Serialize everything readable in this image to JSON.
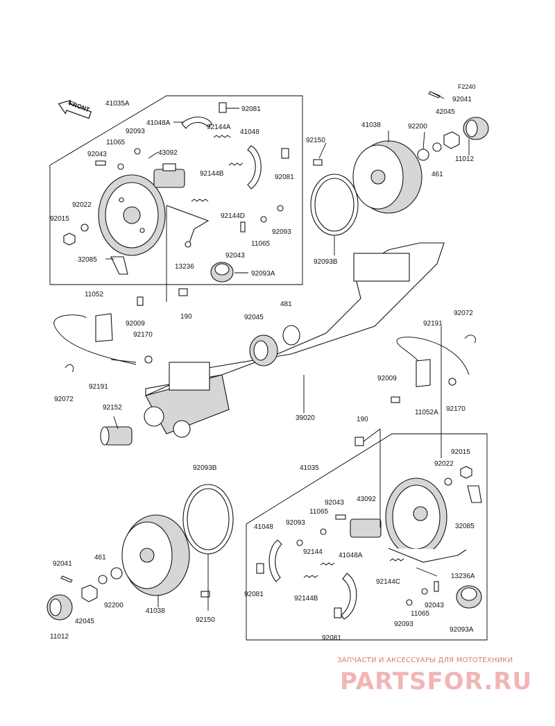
{
  "diagram": {
    "code": "F2240",
    "front_label": "FRONT",
    "labels": {
      "l_41035A": "41035A",
      "l_41048A_top": "41048A",
      "l_92081_top1": "92081",
      "l_92144A": "92144A",
      "l_41048_top": "41048",
      "l_92093_top1": "92093",
      "l_11065_top1": "11065",
      "l_43092_top": "43092",
      "l_92043_top1": "92043",
      "l_92144B_top": "92144B",
      "l_92081_top2": "92081",
      "l_92022_top": "92022",
      "l_92015_top": "92015",
      "l_92144D": "92144D",
      "l_92093_top2": "92093",
      "l_11065_top2": "11065",
      "l_92043_top2": "92043",
      "l_32085_top": "32085",
      "l_13236": "13236",
      "l_92093A_top": "92093A",
      "l_92150_top": "92150",
      "l_41038_top": "41038",
      "l_92200_top": "92200",
      "l_461_top": "461",
      "l_11012_top": "11012",
      "l_42045_top": "42045",
      "l_92041_top": "92041",
      "l_92093B_top": "92093B",
      "l_11052": "11052",
      "l_92009_left": "92009",
      "l_190_left": "190",
      "l_92170_left": "92170",
      "l_92072_left": "92072",
      "l_92191_left": "92191",
      "l_481": "481",
      "l_92045_mid": "92045",
      "l_92072_right": "92072",
      "l_92191_right": "92191",
      "l_92009_right": "92009",
      "l_11052A": "11052A",
      "l_92170_right": "92170",
      "l_92152": "92152",
      "l_39020": "39020",
      "l_190_mid": "190",
      "l_92093B_bot": "92093B",
      "l_41035": "41035",
      "l_92015_bot": "92015",
      "l_92022_bot": "92022",
      "l_92043_bot1": "92043",
      "l_43092_bot": "43092",
      "l_11065_bot1": "11065",
      "l_41048_bot": "41048",
      "l_92093_bot1": "92093",
      "l_32085_bot": "32085",
      "l_92144": "92144",
      "l_41048A_bot": "41048A",
      "l_92144C": "92144C",
      "l_13236A": "13236A",
      "l_92041_bot": "92041",
      "l_461_bot": "461",
      "l_92200_bot": "92200",
      "l_41038_bot": "41038",
      "l_92150_bot": "92150",
      "l_92081_bot1": "92081",
      "l_92144B_bot": "92144B",
      "l_92043_bot2": "92043",
      "l_11065_bot2": "11065",
      "l_92093_bot2": "92093",
      "l_92093A_bot": "92093A",
      "l_11012_bot": "11012",
      "l_42045_bot": "42045",
      "l_92081_bot2": "92081"
    }
  },
  "watermark": {
    "tagline": "ЗАПЧАСТИ И АКСЕССУАРЫ ДЛЯ МОТОТЕХНИКИ",
    "brand": "PARTSFOR.RU"
  }
}
